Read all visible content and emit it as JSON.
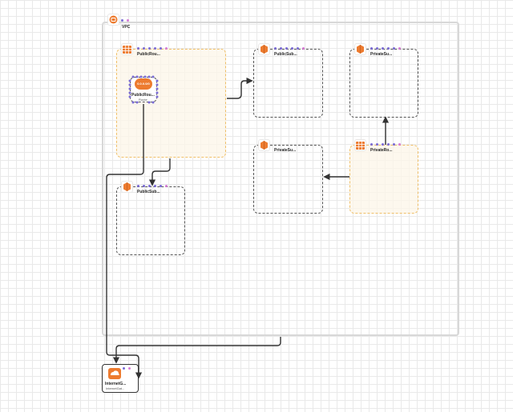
{
  "vpc": {
    "label": "VPC"
  },
  "route_tables": {
    "public": {
      "label": "PublicRou...",
      "node_label": "PublicRou...",
      "node_sublabel": "Route",
      "cidr": "0.0.0.0/0"
    },
    "private": {
      "label": "PrivateRo..."
    }
  },
  "subnets": {
    "public_1": {
      "label": "PublicSub..."
    },
    "public_2": {
      "label": "PublicSub..."
    },
    "private_1": {
      "label": "PrivateSu..."
    },
    "private_2": {
      "label": "PrivateSu..."
    }
  },
  "internet_gateway": {
    "label": "InternetG...",
    "sublabel": "InternetGat..."
  },
  "colors": {
    "aws_orange": "#ed7b2f",
    "edge": "#333333",
    "connector_dot": "#7a6bd6",
    "route_table_border": "#f0c06a"
  }
}
